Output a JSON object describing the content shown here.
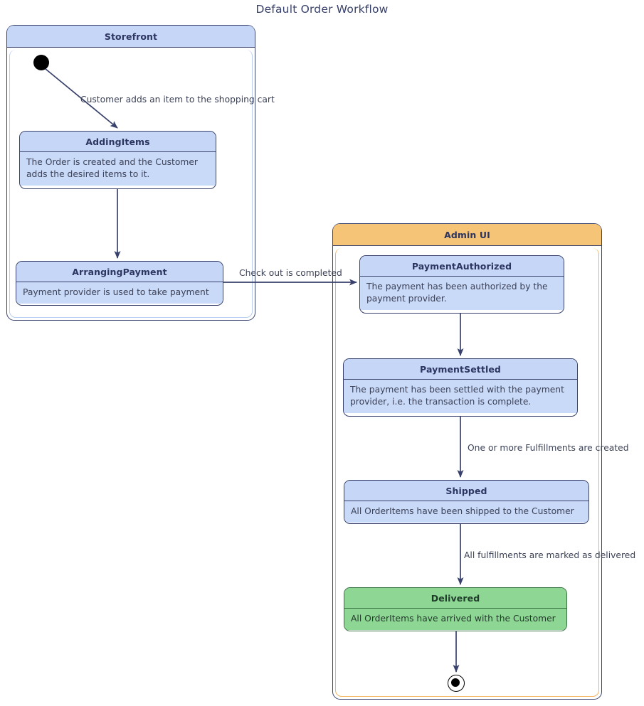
{
  "diagram": {
    "title": "Default Order Workflow",
    "type": "uml-state-machine",
    "colors": {
      "edge": "#38416b",
      "state_border": "#38416b",
      "state_fill": "#c9d9f8",
      "state_header_fill": "#c5d6f6",
      "storefront_header": "#c5d6f6",
      "adminui_header": "#f6c477",
      "delivered_fill": "#8ed694",
      "delivered_border": "#35703f",
      "title_text": "#38416b",
      "body_text": "#3c4257"
    }
  },
  "regions": [
    {
      "id": "storefront",
      "label": "Storefront"
    },
    {
      "id": "admin_ui",
      "label": "Admin UI"
    }
  ],
  "states": {
    "adding_items": {
      "name": "AddingItems",
      "description": "The Order is created and the Customer adds the desired items to it."
    },
    "arranging_payment": {
      "name": "ArrangingPayment",
      "description": "Payment provider is used to take payment"
    },
    "payment_authorized": {
      "name": "PaymentAuthorized",
      "description": "The payment has been authorized by the payment provider."
    },
    "payment_settled": {
      "name": "PaymentSettled",
      "description": "The payment has been settled with the payment provider, i.e. the transaction is complete."
    },
    "shipped": {
      "name": "Shipped",
      "description": "All OrderItems have been shipped to the Customer"
    },
    "delivered": {
      "name": "Delivered",
      "description": "All OrderItems have arrived with the Customer"
    }
  },
  "transitions": {
    "start_to_adding": "Customer adds an item to the shopping cart",
    "arranging_to_authorized": "Check out is completed",
    "settled_to_shipped": "One or more Fulfillments are created",
    "shipped_to_delivered": "All fulfillments are marked as delivered",
    "authorized_to_settled": "",
    "adding_to_arranging": "",
    "delivered_to_final": ""
  },
  "pseudostates": {
    "initial": "initial-state",
    "final": "final-state"
  }
}
